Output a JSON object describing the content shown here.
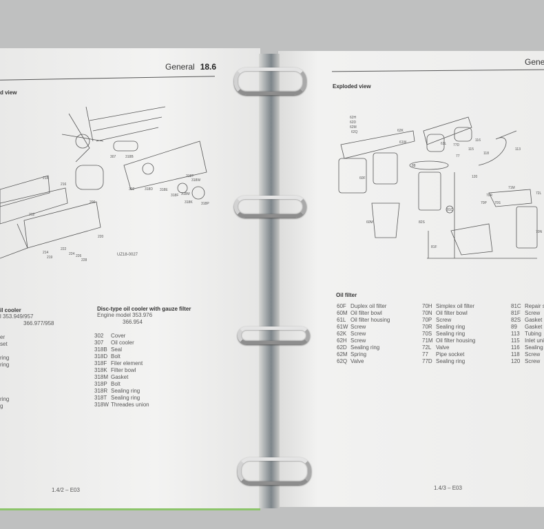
{
  "left_page": {
    "header_section": "General",
    "header_number": "18.6",
    "section_heading_partial": "d view",
    "drawing_code": "UZ18-0027",
    "drawing_labels": [
      "307",
      "318B",
      "302",
      "318D",
      "318E",
      "318F",
      "318M",
      "318K",
      "318P",
      "318T",
      "318W",
      "218",
      "216",
      "200",
      "212",
      "214",
      "219",
      "222",
      "224",
      "226",
      "228",
      "220"
    ],
    "col1": {
      "title": "il cooler",
      "model_line1": "l  353.949/957",
      "model_line2": "366.977/958",
      "items": [
        "er",
        "set",
        "",
        "ring",
        "ring",
        "",
        "",
        "",
        "",
        "ring",
        "g"
      ]
    },
    "col2": {
      "title": "Disc-type oil cooler with gauze filter",
      "model_label": "Engine model",
      "model_line1": "353.976",
      "model_line2": "366.954",
      "items": [
        {
          "code": "302",
          "name": "Cover"
        },
        {
          "code": "307",
          "name": "Oil cooler"
        },
        {
          "code": "318B",
          "name": "Seal"
        },
        {
          "code": "318D",
          "name": "Bolt"
        },
        {
          "code": "318F",
          "name": "Filer element"
        },
        {
          "code": "318K",
          "name": "Filter bowl"
        },
        {
          "code": "318M",
          "name": "Gasket"
        },
        {
          "code": "318P",
          "name": "Bolt"
        },
        {
          "code": "318R",
          "name": "Sealing ring"
        },
        {
          "code": "318T",
          "name": "Sealing ring"
        },
        {
          "code": "318W",
          "name": "Threades union"
        }
      ]
    },
    "footer": "1.4/2 – E03"
  },
  "right_page": {
    "header_section": "Gener",
    "section_heading": "Exploded view",
    "drawing_labels": [
      "62H",
      "62D",
      "62M",
      "62Q",
      "62K",
      "61W",
      "60F",
      "60M",
      "61L",
      "77D",
      "77",
      "116",
      "115",
      "118",
      "113",
      "120",
      "88",
      "81C",
      "82S",
      "81F",
      "71M",
      "70R",
      "70P",
      "70S",
      "72L",
      "70N"
    ],
    "list_title": "Oil filter",
    "col1": [
      {
        "code": "60F",
        "name": "Duplex oil filter"
      },
      {
        "code": "60M",
        "name": "Oil filter bowl"
      },
      {
        "code": "61L",
        "name": "Oil filter housing"
      },
      {
        "code": "61W",
        "name": "Screw"
      },
      {
        "code": "62K",
        "name": "Screw"
      },
      {
        "code": "62H",
        "name": "Screw"
      },
      {
        "code": "62D",
        "name": "Sealing ring"
      },
      {
        "code": "62M",
        "name": "Spring"
      },
      {
        "code": "62Q",
        "name": "Valve"
      }
    ],
    "col2": [
      {
        "code": "70H",
        "name": "Simplex oil filter"
      },
      {
        "code": "70N",
        "name": "Oil filter bowl"
      },
      {
        "code": "70P",
        "name": "Screw"
      },
      {
        "code": "70R",
        "name": "Sealing ring"
      },
      {
        "code": "70S",
        "name": "Sealing ring"
      },
      {
        "code": "71M",
        "name": "Oil filter housing"
      },
      {
        "code": "72L",
        "name": "Valve"
      },
      {
        "code": "77",
        "name": "Pipe socket"
      },
      {
        "code": "77D",
        "name": "Sealing ring"
      }
    ],
    "col3": [
      {
        "code": "81C",
        "name": "Repair se"
      },
      {
        "code": "81F",
        "name": "Screw"
      },
      {
        "code": "82S",
        "name": "Gasket"
      },
      {
        "code": "89",
        "name": "Gasket"
      },
      {
        "code": "113",
        "name": "Tubing"
      },
      {
        "code": "115",
        "name": "Inlet uni"
      },
      {
        "code": "116",
        "name": "Sealing"
      },
      {
        "code": "118",
        "name": "Screw"
      },
      {
        "code": "120",
        "name": "Screw"
      }
    ],
    "footer": "1.4/3 – E03"
  }
}
